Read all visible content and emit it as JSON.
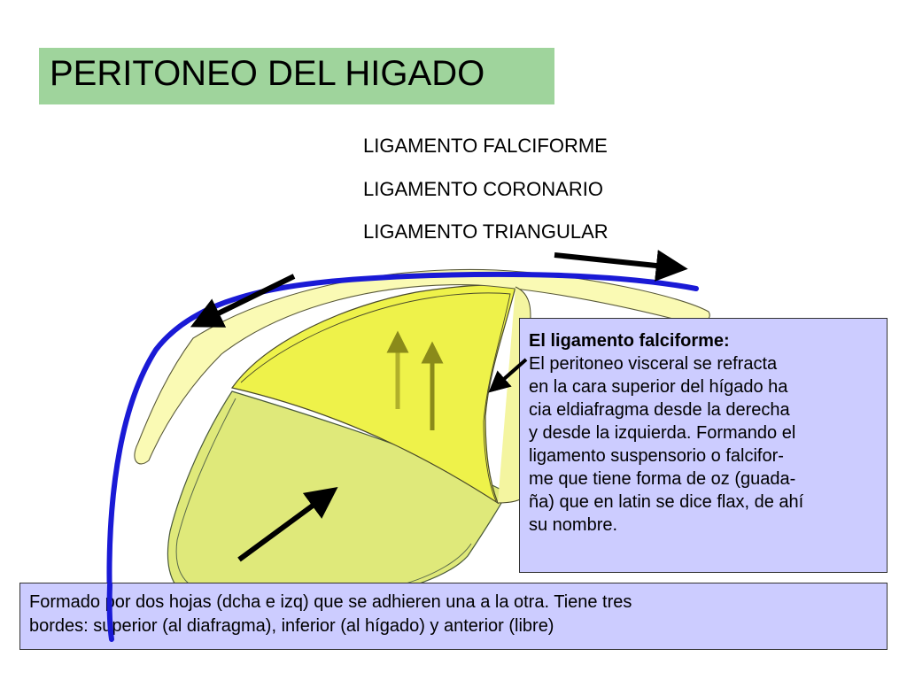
{
  "title": "PERITONEO DEL HIGADO",
  "ligaments": [
    "LIGAMENTO FALCIFORME",
    "LIGAMENTO CORONARIO",
    "LIGAMENTO TRIANGULAR"
  ],
  "info_box": {
    "heading": "El ligamento falciforme:",
    "body": " El peritoneo  visceral se refracta\nen la cara superior del hígado ha\ncia eldiafragma desde la derecha\ny desde la izquierda. Formando el\nligamento suspensorio o falcifor-\nme que tiene forma de oz (guada-\nña) que en latin se dice flax, de ahí\nsu nombre."
  },
  "bottom_box": "Formado por dos hojas (dcha e izq) que se adhieren una a la otra. Tiene tres\nbordes: superior (al diafragma), inferior (al hígado) y anterior (libre)",
  "colors": {
    "title_background": "#9fd49c",
    "text_box_background": "#ccccff",
    "peritoneum_line": "#1a1ad6",
    "liver_light": "#dfe97a",
    "liver_yellow": "#eef24a",
    "falciform_pale": "#fafab4",
    "arrow_black": "#000000",
    "arrow_olive": "#8a8a1a"
  },
  "icons": [
    "arrow-icon",
    "liver-illustration"
  ]
}
